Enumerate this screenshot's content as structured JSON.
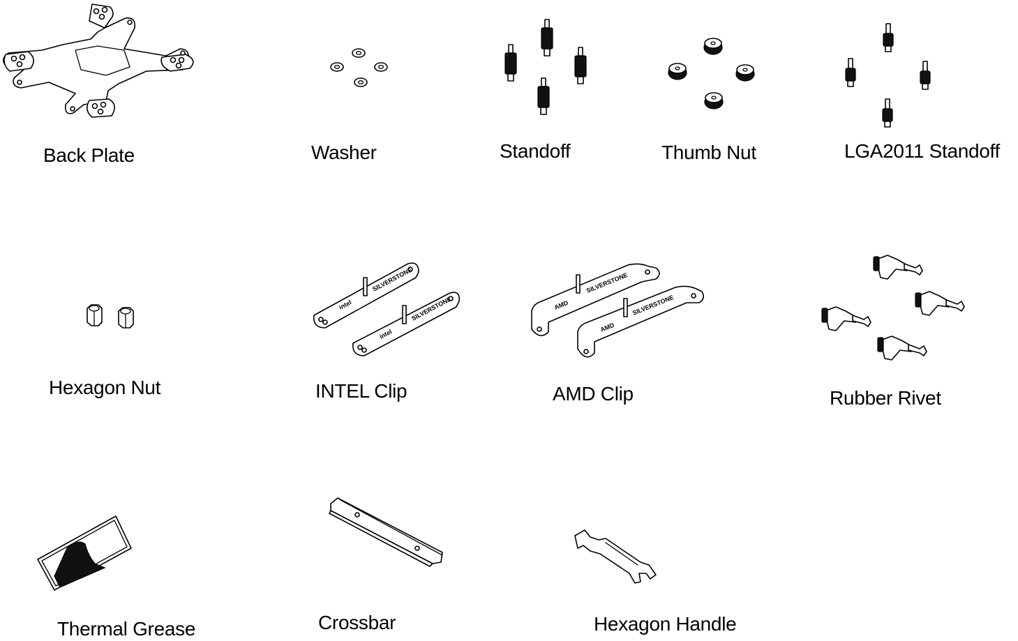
{
  "colors": {
    "ink": "#000000",
    "background": "#ffffff"
  },
  "labels": {
    "back_plate": "Back Plate",
    "washer": "Washer",
    "standoff": "Standoff",
    "thumb_nut": "Thumb Nut",
    "lga2011_standoff": "LGA2011 Standoff",
    "hexagon_nut": "Hexagon Nut",
    "intel_clip": "INTEL Clip",
    "amd_clip": "AMD Clip",
    "rubber_rivet": "Rubber Rivet",
    "thermal_grease": "Thermal Grease",
    "crossbar": "Crossbar",
    "hexagon_handle": "Hexagon Handle"
  },
  "engraving": {
    "intel": "intel",
    "amd": "AMD",
    "brand": "SILVERSTONE"
  }
}
